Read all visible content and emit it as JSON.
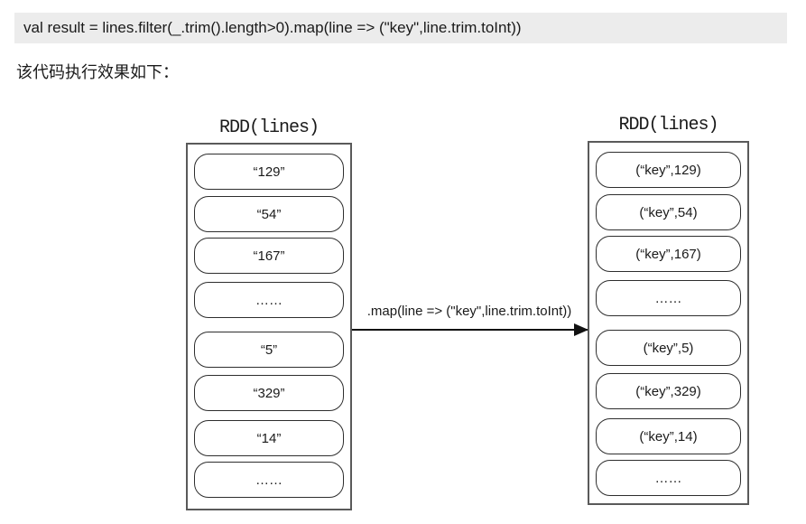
{
  "code_line": "val result = lines.filter(_.trim().length>0).map(line => (\"key\",line.trim.toInt))",
  "caption": "该代码执行效果如下：",
  "diagram": {
    "left": {
      "title": "RDD(lines)",
      "items": [
        "“129”",
        "“54”",
        "“167”",
        "……",
        "“5”",
        "“329”",
        "“14”",
        "……"
      ]
    },
    "arrow_label": ".map(line => (\"key\",line.trim.toInt))",
    "right": {
      "title": "RDD(lines)",
      "items": [
        "(“key”,129)",
        "(“key”,54)",
        "(“key”,167)",
        "……",
        "(“key”,5)",
        "(“key”,329)",
        "(“key”,14)",
        "……"
      ]
    }
  },
  "colors": {
    "code_bg": "#ececec",
    "box_border": "#5a5a5a",
    "item_border": "#2e2e2e",
    "arrow": "#111111",
    "text": "#1a1a1a"
  }
}
